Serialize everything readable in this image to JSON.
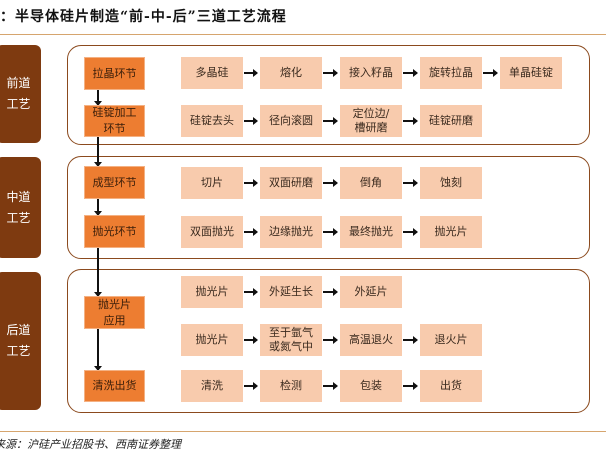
{
  "title": "：半导体硅片制造“前-中-后”三道工艺流程",
  "sections": [
    {
      "label": "前道\n工艺",
      "stages": [
        "拉晶环节",
        "硅锭加工\n环节"
      ]
    },
    {
      "label": "中道\n工艺",
      "stages": [
        "成型环节",
        "抛光环节"
      ]
    },
    {
      "label": "后道\n工艺",
      "stages": [
        "抛光片\n应用",
        "清洗出货"
      ]
    }
  ],
  "rows": [
    [
      "多晶硅",
      "熔化",
      "接入籽晶",
      "旋转拉晶",
      "单晶硅锭"
    ],
    [
      "硅锭去头",
      "径向滚圆",
      "定位边/\n槽研磨",
      "硅锭研磨"
    ],
    [
      "切片",
      "双面研磨",
      "倒角",
      "蚀刻"
    ],
    [
      "双面抛光",
      "边缘抛光",
      "最终抛光",
      "抛光片"
    ],
    [
      "抛光片",
      "外延生长",
      "外延片"
    ],
    [
      "抛光片",
      "至于氩气\n或氮气中",
      "高温退火",
      "退火片"
    ],
    [
      "清洗",
      "检测",
      "包装",
      "出货"
    ]
  ],
  "footer": "来源：沪硅产业招股书、西南证券整理",
  "colors": {
    "side": "#7e3a10",
    "stage": "#ed7d31",
    "step": "#f8cbad",
    "border": "#8b4a1e"
  }
}
